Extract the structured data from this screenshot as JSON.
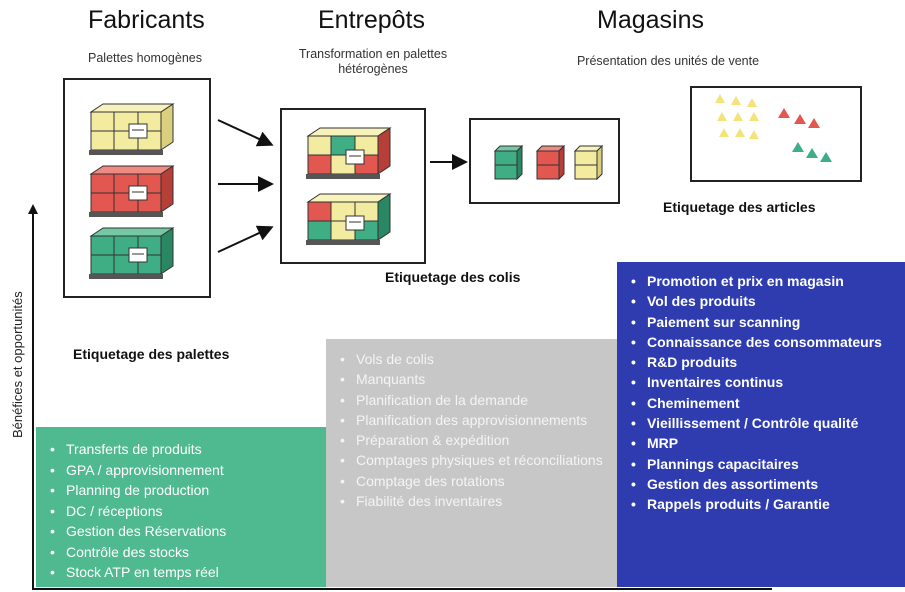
{
  "columns": {
    "fabricants": {
      "title": "Fabricants",
      "subtitle": "Palettes homogènes"
    },
    "entrepots": {
      "title": "Entrepôts",
      "subtitle_line1": "Transformation en palettes",
      "subtitle_line2": "hétérogènes"
    },
    "magasins": {
      "title": "Magasins",
      "subtitle": "Présentation des unités de vente"
    }
  },
  "labels": {
    "etiquetage_palettes": "Etiquetage des palettes",
    "etiquetage_colis": "Etiquetage des colis",
    "etiquetage_articles": "Etiquetage des articles"
  },
  "y_axis": {
    "label": "Bénéfices et opportunités"
  },
  "panels": {
    "green": {
      "color": "#4fba8f",
      "items": [
        "Transferts de produits",
        "GPA / approvisionnement",
        "Planning de production",
        "DC / réceptions",
        "Gestion des Réservations",
        "Contrôle des stocks",
        "Stock ATP en temps réel"
      ]
    },
    "gray": {
      "color": "#c7c7c7",
      "items": [
        "Vols de colis",
        "Manquants",
        "Planification de la demande",
        "Planification des approvisionnements",
        "Préparation & expédition",
        "Comptages physiques et réconciliations",
        "Comptage des rotations",
        "Fiabilité des inventaires"
      ]
    },
    "blue": {
      "color": "#2e3cb0",
      "items": [
        "Promotion et prix en magasin",
        "Vol des produits",
        "Paiement sur scanning",
        "Connaissance des consommateurs",
        "R&D produits",
        "Inventaires continus",
        "Cheminement",
        "Vieillissement / Contrôle qualité",
        "MRP",
        "Plannings capacitaires",
        "Gestion des assortiments",
        "Rappels produits / Garantie"
      ]
    }
  },
  "colors": {
    "yellow": "#f3eba0",
    "red": "#e2574f",
    "green": "#3fae85",
    "pallet_outline": "#333333"
  }
}
